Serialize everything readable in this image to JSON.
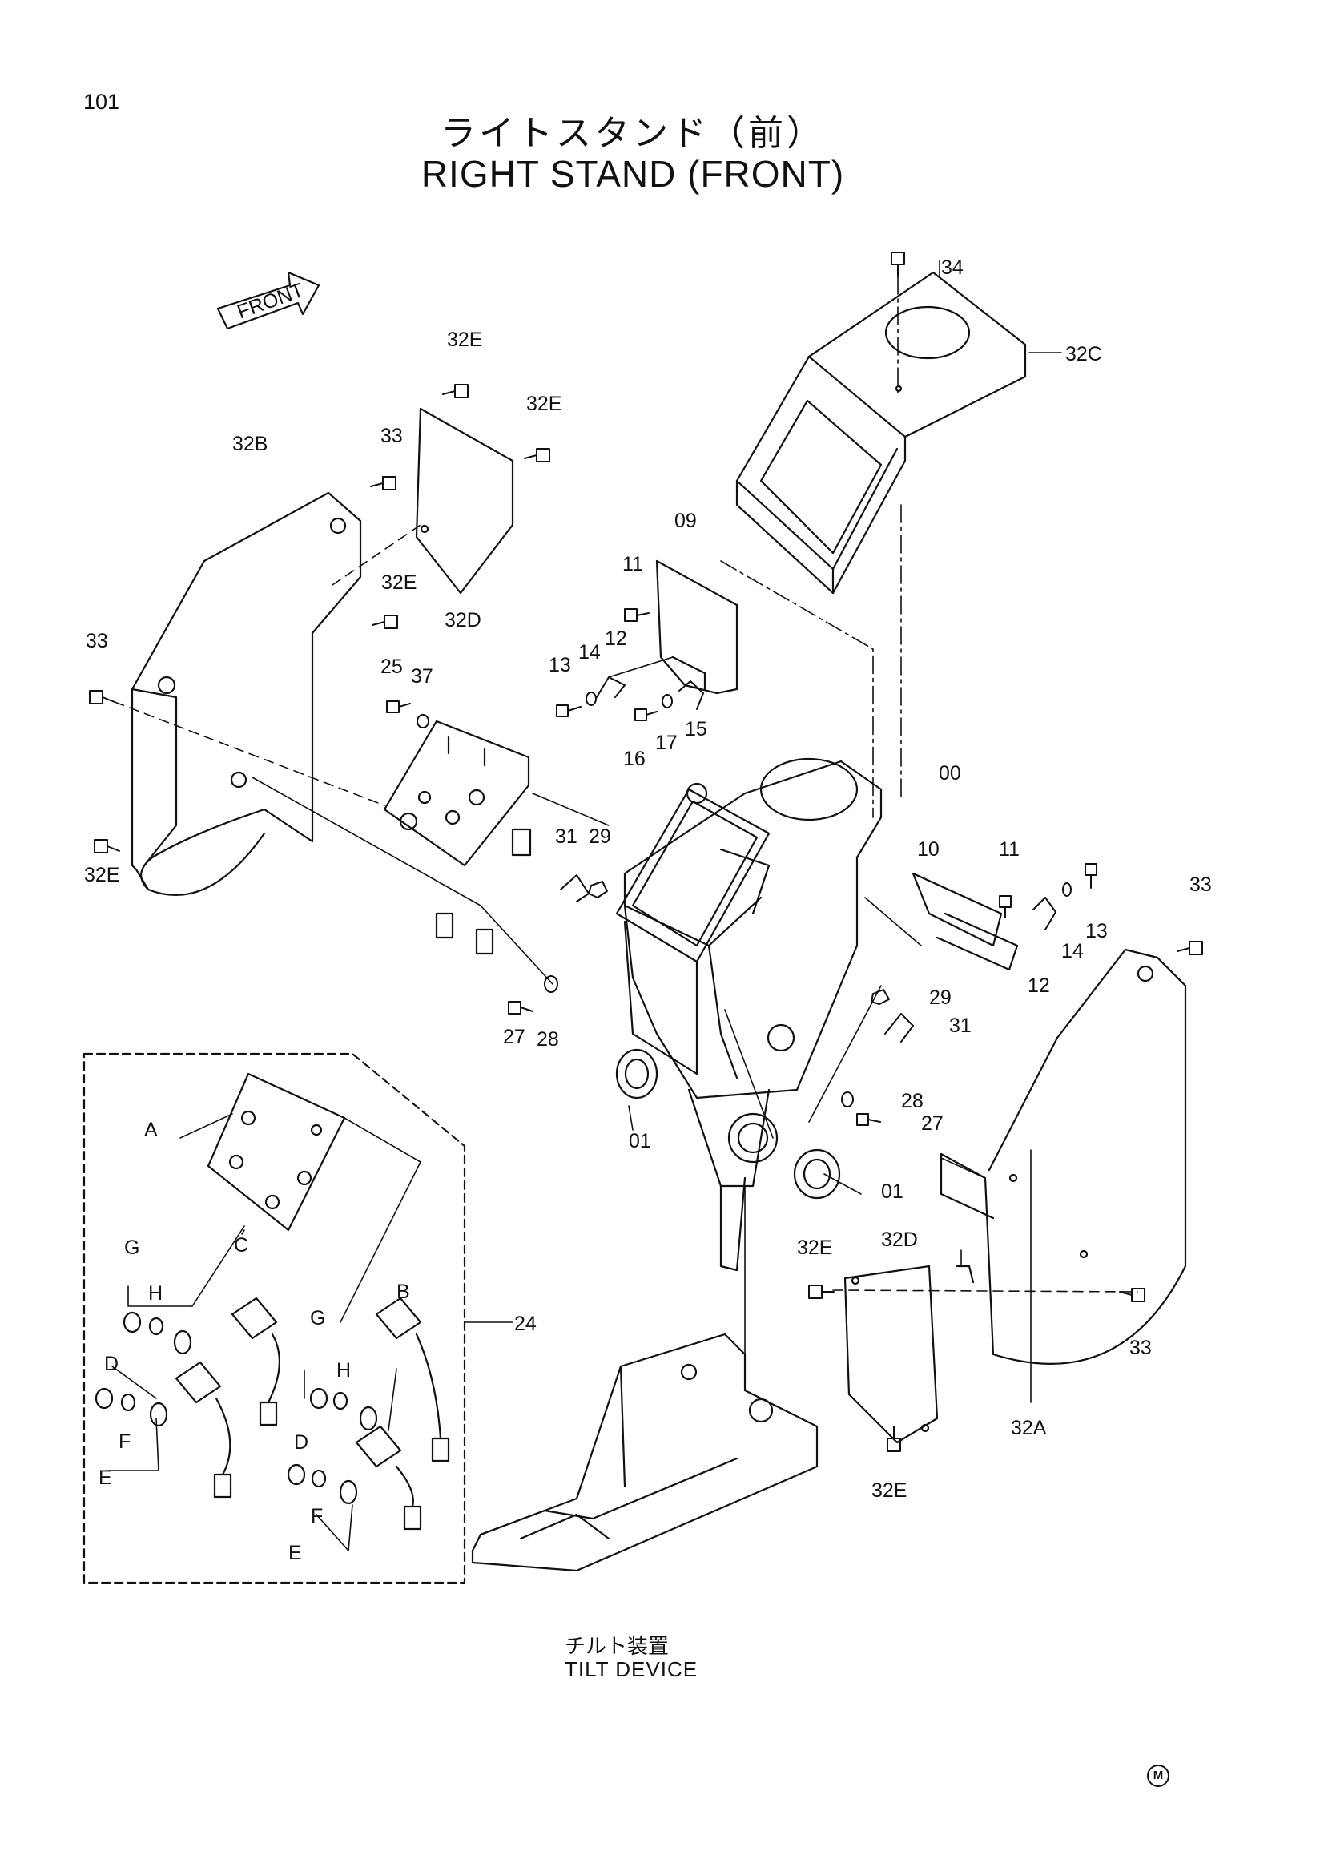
{
  "page_number": "101",
  "title_jp": "ライトスタンド（前）",
  "title_en": "RIGHT STAND (FRONT)",
  "front_arrow": "FRONT",
  "tilt_device": {
    "jp": "チルト装置",
    "en": "TILT DEVICE"
  },
  "mark": "M",
  "part_labels": [
    "34",
    "32C",
    "32E",
    "32E",
    "33",
    "32B",
    "32E",
    "32D",
    "09",
    "11",
    "12",
    "14",
    "13",
    "15",
    "17",
    "16",
    "25",
    "37",
    "33",
    "00",
    "31",
    "29",
    "10",
    "11",
    "33",
    "13",
    "14",
    "12",
    "32E",
    "27",
    "28",
    "29",
    "31",
    "28",
    "27",
    "01",
    "01",
    "A",
    "24",
    "C",
    "B",
    "G",
    "H",
    "D",
    "G",
    "H",
    "F",
    "E",
    "D",
    "F",
    "E",
    "32E",
    "32D",
    "33",
    "32A",
    "32E"
  ]
}
